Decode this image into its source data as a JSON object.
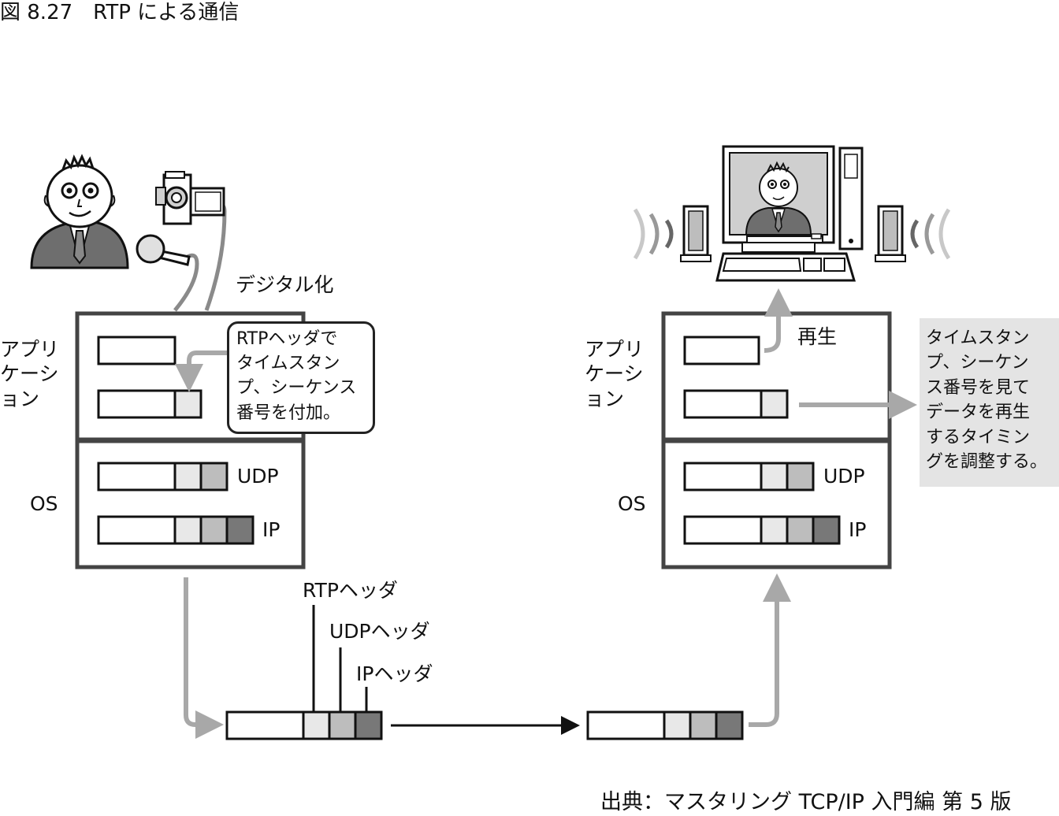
{
  "figure_title": "図 8.27　RTP による通信",
  "source": "出典：マスタリング TCP/IP 入門編 第 5 版",
  "left_host": {
    "app_label": "アプリ\nケーシ\nョン",
    "os_label": "OS",
    "digitize_label": "デジタル化",
    "rtp_note": "RTPヘッダで\nタイムスタン\nプ、シーケンス\n番号を付加。",
    "udp_label": "UDP",
    "ip_label": "IP"
  },
  "right_host": {
    "app_label": "アプリ\nケーシ\nョン",
    "os_label": "OS",
    "play_label": "再生",
    "timing_note": "タイムスタン\nプ、シーケン\nス番号を見て\nデータを再生\nするタイミン\nグを調整する。",
    "udp_label": "UDP",
    "ip_label": "IP"
  },
  "packet_headers": {
    "rtp": "RTPヘッダ",
    "udp": "UDPヘッダ",
    "ip": "IPヘッダ"
  },
  "colors": {
    "rtp_header": "#e8e8e8",
    "udp_header": "#bdbdbd",
    "ip_header": "#787878",
    "arrow_gray": "#a8a8a8",
    "box_border": "#444444"
  }
}
